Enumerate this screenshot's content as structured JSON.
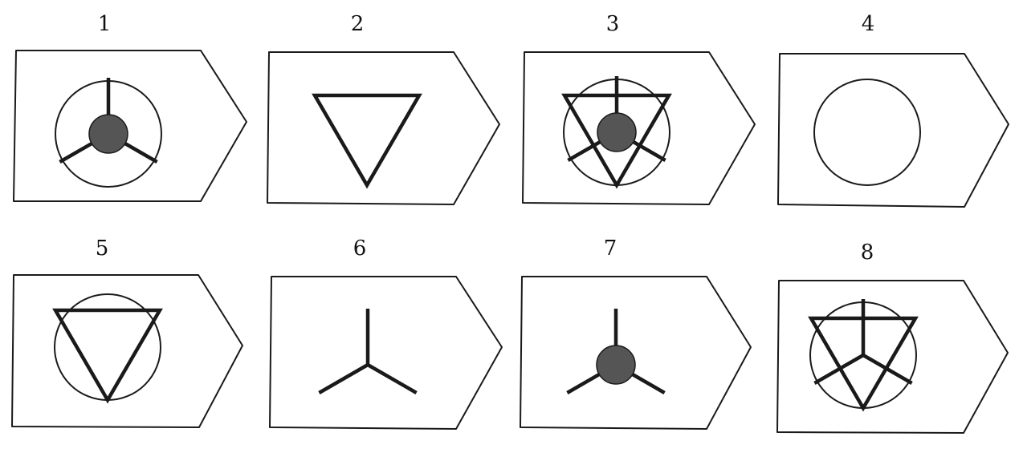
{
  "colors": {
    "outline": "#1a1a1a",
    "dot_fill": "#555555",
    "background": "#ffffff"
  },
  "cards": [
    {
      "label": "1",
      "symbol": {
        "circle": true,
        "triangle": false,
        "spokes": true,
        "dot": true
      }
    },
    {
      "label": "2",
      "symbol": {
        "circle": false,
        "triangle": true,
        "spokes": false,
        "dot": false
      }
    },
    {
      "label": "3",
      "symbol": {
        "circle": true,
        "triangle": true,
        "spokes": true,
        "dot": true
      }
    },
    {
      "label": "4",
      "symbol": {
        "circle": true,
        "triangle": false,
        "spokes": false,
        "dot": false
      }
    },
    {
      "label": "5",
      "symbol": {
        "circle": true,
        "triangle": true,
        "spokes": false,
        "dot": false
      }
    },
    {
      "label": "6",
      "symbol": {
        "circle": false,
        "triangle": false,
        "spokes": true,
        "dot": false
      }
    },
    {
      "label": "7",
      "symbol": {
        "circle": false,
        "triangle": false,
        "spokes": true,
        "dot": true
      }
    },
    {
      "label": "8",
      "symbol": {
        "circle": true,
        "triangle": true,
        "spokes": true,
        "dot": false
      }
    }
  ]
}
